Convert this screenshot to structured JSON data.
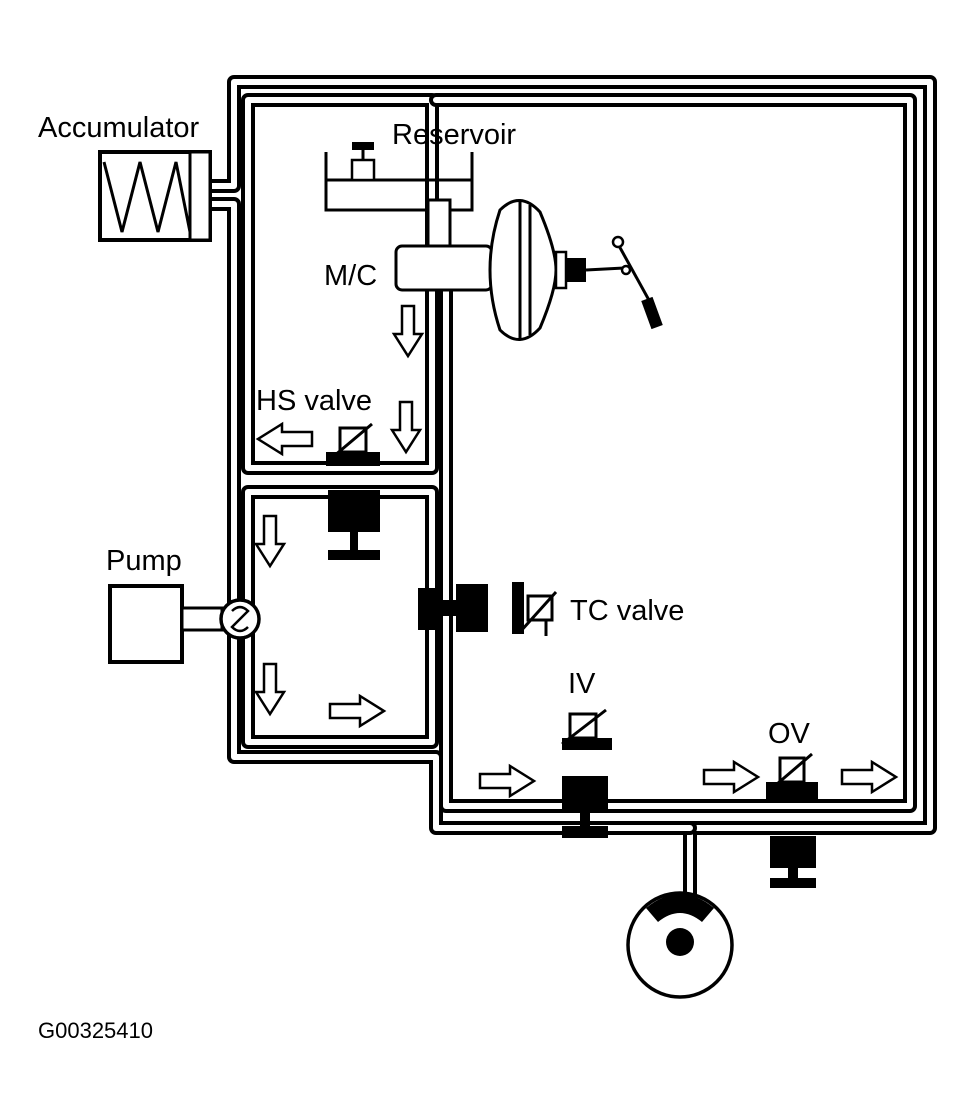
{
  "labels": {
    "accumulator": "Accumulator",
    "reservoir": "Reservoir",
    "master_cylinder": "M/C",
    "hs_valve": "HS valve",
    "pump": "Pump",
    "tc_valve": "TC valve",
    "iv": "IV",
    "ov": "OV",
    "figure_code": "G00325410"
  },
  "colors": {
    "line": "#000000",
    "background": "#ffffff"
  }
}
